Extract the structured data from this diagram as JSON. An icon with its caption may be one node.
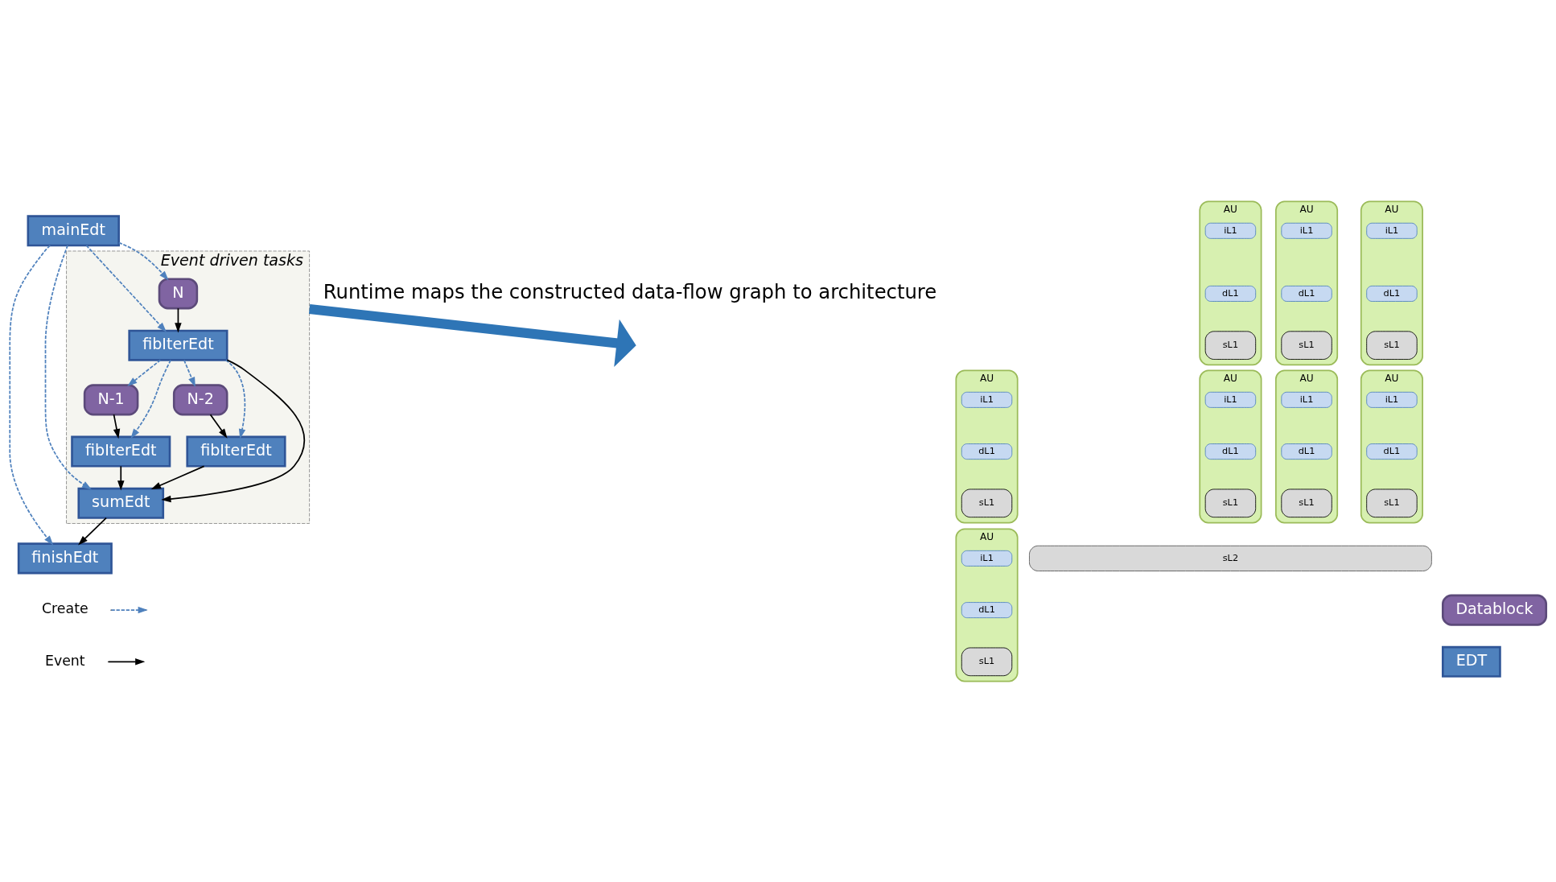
{
  "diagram": {
    "nodes": [
      {
        "text": [
          "mainEdt"
        ]
      },
      {
        "text": [
          "Event driven tasks"
        ]
      },
      {
        "text": [
          "N"
        ],
        "in": 1
      },
      {
        "text": [
          "fibIterEdt"
        ],
        "in": 1
      },
      {
        "text": [
          "N-1"
        ],
        "in": 1
      },
      {
        "text": [
          "N-2"
        ],
        "in": 1
      },
      {
        "text": [
          "fibIterEdt"
        ],
        "in": 1
      },
      {
        "text": [
          "fibIterEdt"
        ],
        "in": 1
      },
      {
        "text": [
          "sumEdt"
        ],
        "in": 1
      },
      {
        "text": [
          "finishEdt"
        ]
      },
      {
        "text": [
          "Datablock"
        ]
      },
      {
        "text": [
          "EDT"
        ]
      },
      {
        "text": [
          "AU"
        ]
      },
      {
        "text": [
          "iL1"
        ],
        "in": 12
      },
      {
        "text": [
          "dL1"
        ],
        "in": 12
      },
      {
        "text": [
          "sL1"
        ],
        "in": 12
      },
      {
        "text": [
          "AU"
        ]
      },
      {
        "text": [
          "iL1"
        ],
        "in": 16
      },
      {
        "text": [
          "dL1"
        ],
        "in": 16
      },
      {
        "text": [
          "sL1"
        ],
        "in": 16
      },
      {
        "text": [
          "AU"
        ]
      },
      {
        "text": [
          "iL1"
        ],
        "in": 20
      },
      {
        "text": [
          "dL1"
        ],
        "in": 20
      },
      {
        "text": [
          "sL1"
        ],
        "in": 20
      },
      {
        "text": [
          "AU"
        ]
      },
      {
        "text": [
          "iL1"
        ],
        "in": 24
      },
      {
        "text": [
          "dL1"
        ],
        "in": 24
      },
      {
        "text": [
          "sL1"
        ],
        "in": 24
      },
      {
        "text": [
          "AU"
        ]
      },
      {
        "text": [
          "iL1"
        ],
        "in": 28
      },
      {
        "text": [
          "dL1"
        ],
        "in": 28
      },
      {
        "text": [
          "sL1"
        ],
        "in": 28
      },
      {
        "text": [
          "AU"
        ]
      },
      {
        "text": [
          "iL1"
        ],
        "in": 32
      },
      {
        "text": [
          "dL1"
        ],
        "in": 32
      },
      {
        "text": [
          "sL1"
        ],
        "in": 32
      },
      {
        "text": [
          "AU"
        ]
      },
      {
        "text": [
          "iL1"
        ],
        "in": 36
      },
      {
        "text": [
          "dL1"
        ],
        "in": 36
      },
      {
        "text": [
          "sL1"
        ],
        "in": 36
      },
      {
        "text": [
          "AU"
        ]
      },
      {
        "text": [
          "iL1"
        ],
        "in": 40
      },
      {
        "text": [
          "dL1"
        ],
        "in": 40
      },
      {
        "text": [
          "sL1"
        ],
        "in": 40
      },
      {
        "text": [
          "sL2"
        ]
      }
    ],
    "edges": [
      {
        "from": 0,
        "to": 2,
        "arrow": "to",
        "style": "dashed"
      },
      {
        "from": 0,
        "to": 3,
        "arrow": "to",
        "style": "dashed"
      },
      {
        "from": 0,
        "to": 8,
        "arrow": "to",
        "style": "dashed"
      },
      {
        "from": 0,
        "to": 9,
        "arrow": "to",
        "style": "dashed"
      },
      {
        "from": 2,
        "to": 3,
        "arrow": "to",
        "color": "#000000"
      },
      {
        "from": 3,
        "to": 4,
        "arrow": "to",
        "style": "dashed"
      },
      {
        "from": 3,
        "to": 5,
        "arrow": "to",
        "style": "dashed"
      },
      {
        "from": 3,
        "to": 6,
        "arrow": "to",
        "style": "dashed"
      },
      {
        "from": 3,
        "to": 7,
        "arrow": "to",
        "style": "dashed"
      },
      {
        "from": 4,
        "to": 6,
        "arrow": "to",
        "color": "#000000"
      },
      {
        "from": 5,
        "to": 7,
        "arrow": "to",
        "color": "#000000"
      },
      {
        "from": 3,
        "to": 8,
        "arrow": "to",
        "color": "#000000"
      },
      {
        "from": 6,
        "to": 8,
        "arrow": "to",
        "color": "#000000"
      },
      {
        "from": 7,
        "to": 8,
        "arrow": "to",
        "color": "#000000"
      },
      {
        "from": 8,
        "to": 9,
        "arrow": "to",
        "color": "#000000"
      },
      {
        "from": 1,
        "to": null,
        "arrow": "to",
        "style": "thick",
        "color": "#2e75b6"
      }
    ],
    "labels": [
      "Runtime maps the constructed data-flow graph to architecture"
    ],
    "legend": [
      {
        "text": "Create"
      },
      {
        "text": "Event"
      }
    ]
  }
}
